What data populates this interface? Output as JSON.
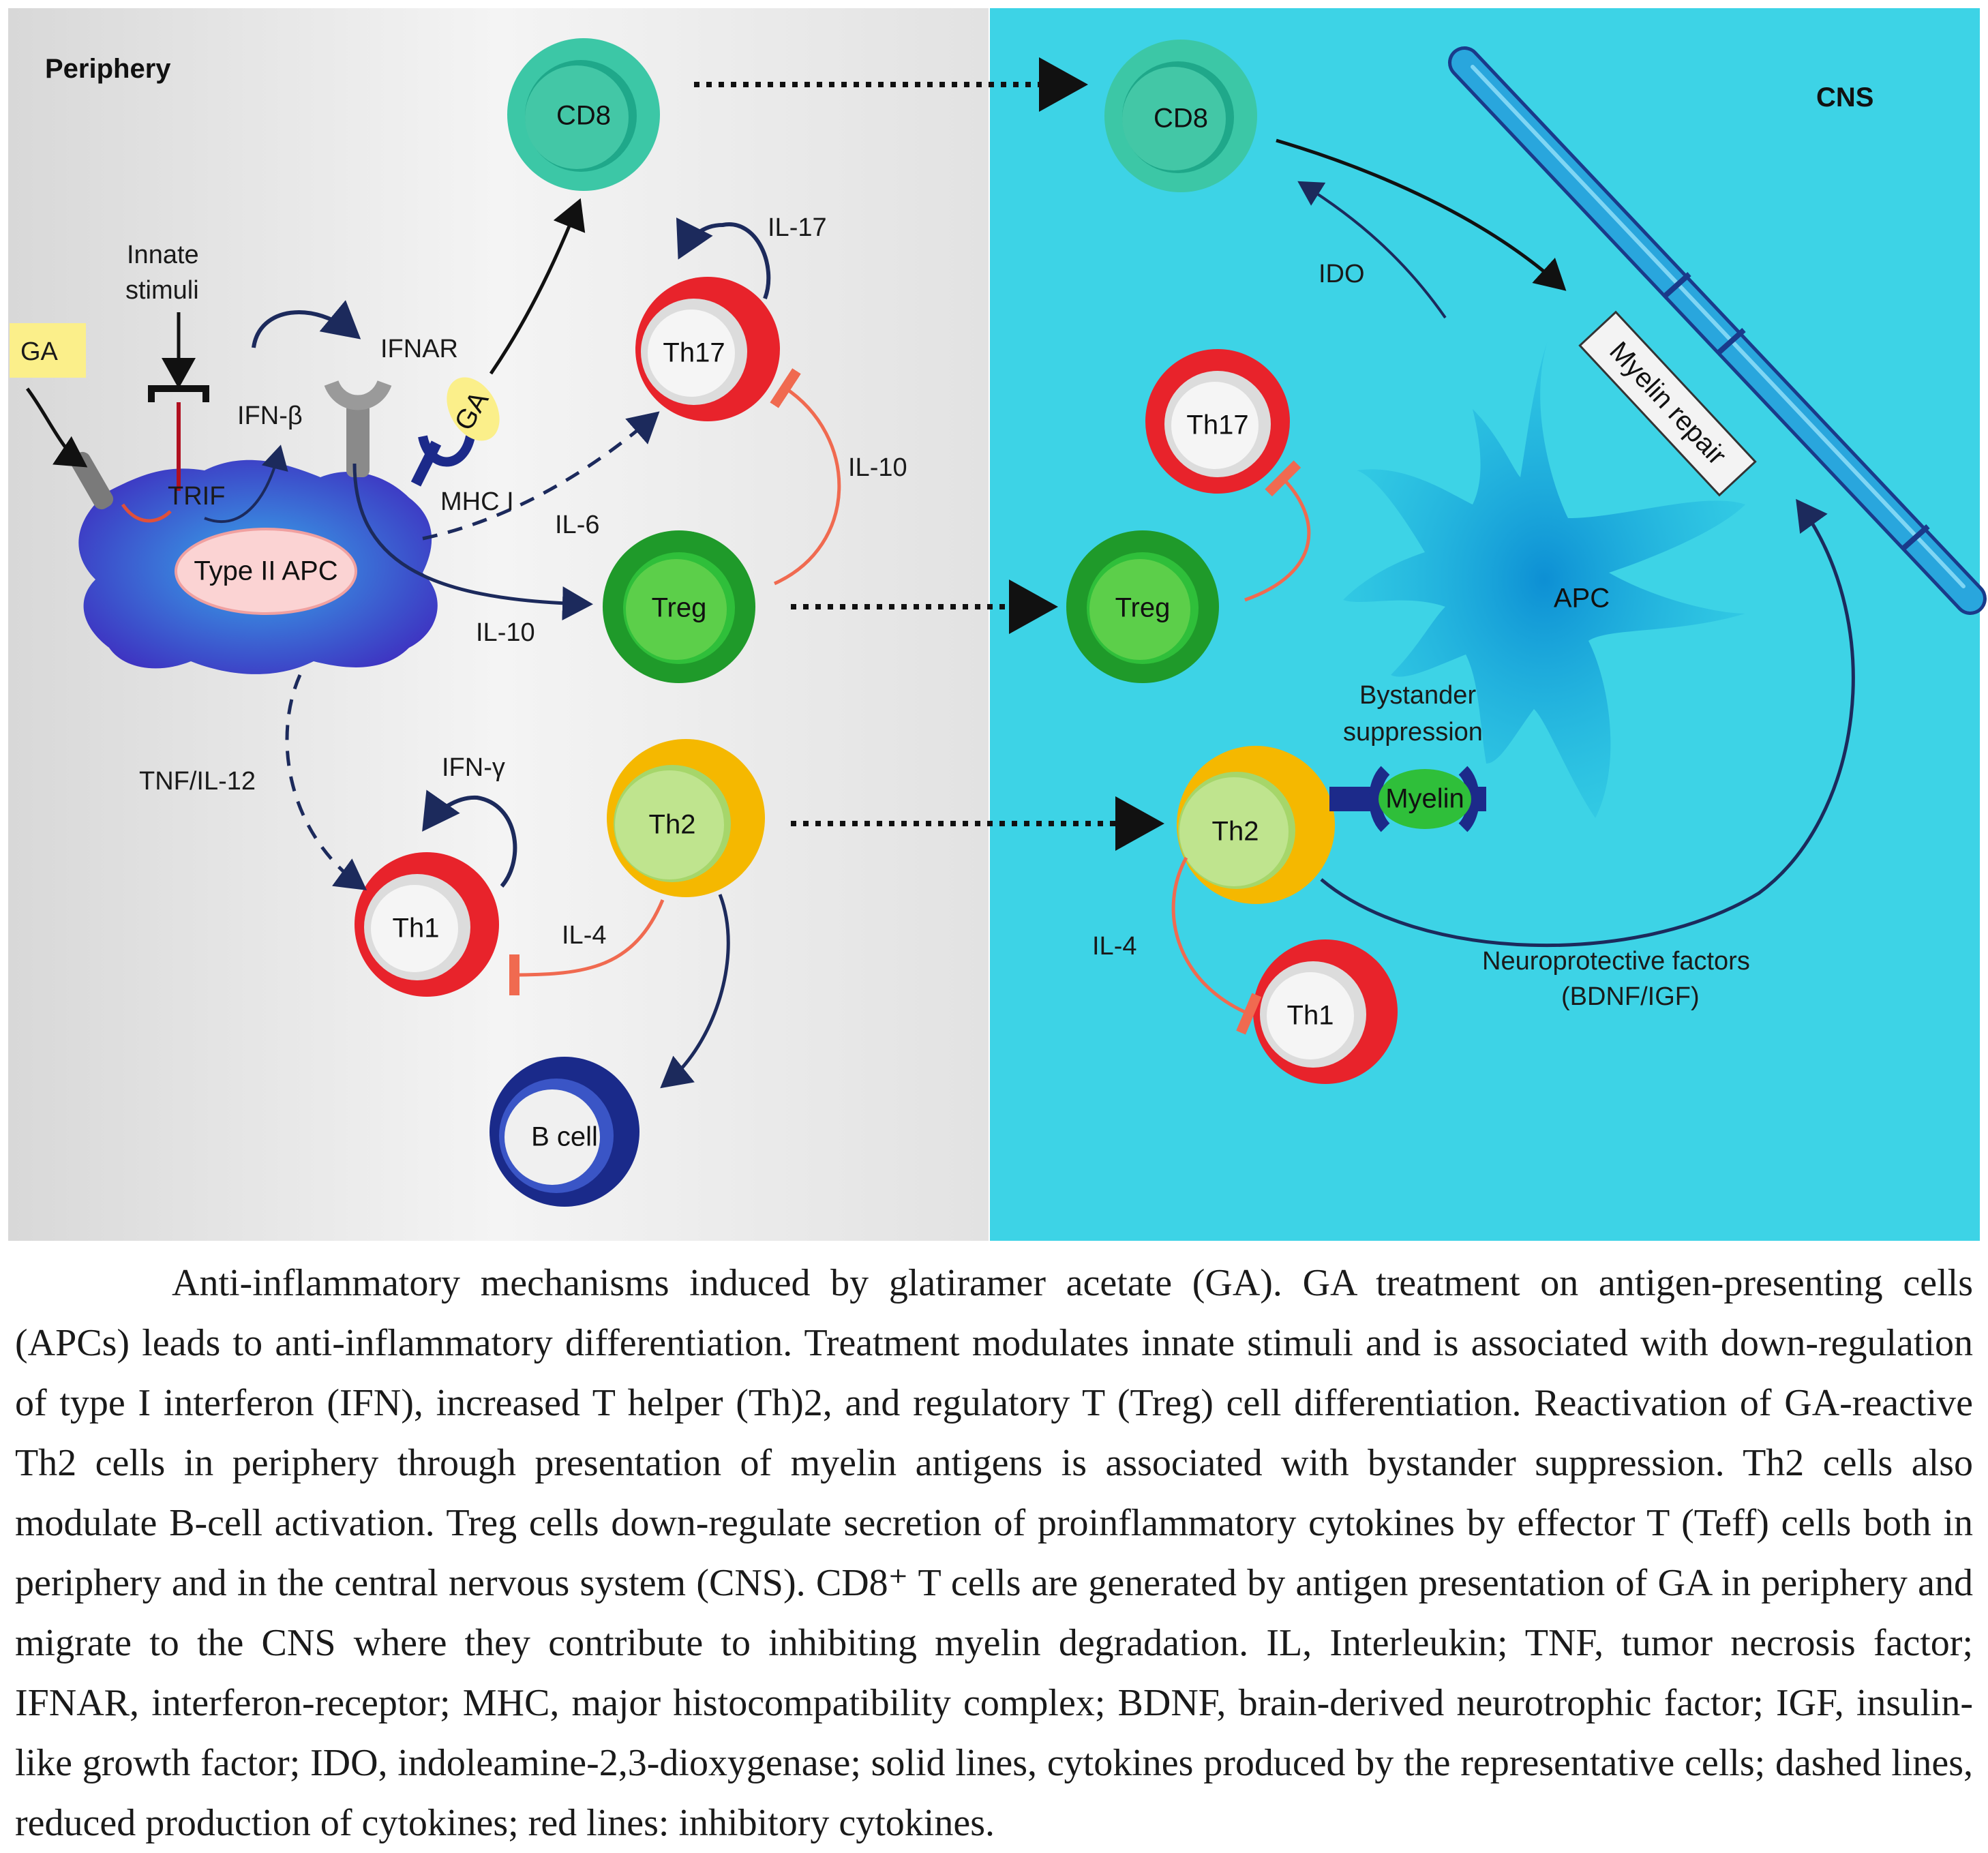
{
  "panels": {
    "periphery": "Periphery",
    "cns": "CNS"
  },
  "cells": {
    "cd8_periphery": "CD8",
    "cd8_cns": "CD8",
    "th17_periphery": "Th17",
    "th17_cns": "Th17",
    "treg_periphery": "Treg",
    "treg_cns": "Treg",
    "th2_periphery": "Th2",
    "th2_cns": "Th2",
    "th1_periphery": "Th1",
    "th1_cns": "Th1",
    "b_cell": "B cell",
    "type2_apc": "Type II APC",
    "apc_cns": "APC",
    "myelin": "Myelin",
    "ga_bound": "GA"
  },
  "labels": {
    "ga": "GA",
    "innate_stimuli_1": "Innate",
    "innate_stimuli_2": "stimuli",
    "ifnar": "IFNAR",
    "ifn_beta": "IFN-β",
    "trif": "TRIF",
    "mhc_i": "MHC I",
    "il6": "IL-6",
    "il10_apc": "IL-10",
    "il10_treg": "IL-10",
    "il17": "IL-17",
    "tnf_il12": "TNF/IL-12",
    "ifn_gamma": "IFN-γ",
    "il4_periphery": "IL-4",
    "il4_cns": "IL-4",
    "ido": "IDO",
    "myelin_repair": "Myelin repair",
    "bystander_1": "Bystander",
    "bystander_2": "suppression",
    "neuroprotective_1": "Neuroprotective factors",
    "neuroprotective_2": "(BDNF/IGF)"
  },
  "colors": {
    "periphery_bg": "#e6e6e6",
    "cns_bg": "#3dd3e6",
    "cd8": "#3cc7a6",
    "th17": "#e8232b",
    "treg": "#1f9a2a",
    "th2": "#f5b800",
    "th1": "#e8232b",
    "b_cell": "#1a2a8a",
    "apc": "#2e5fd6",
    "arrow": "#1c2a5c",
    "inhibit": "#f06a50",
    "ga_highlight": "#fbef8a"
  },
  "caption": "Anti-inflammatory mechanisms induced by glatiramer acetate (GA). GA treatment on antigen-presenting cells (APCs) leads to anti-inflammatory differentiation. Treatment modulates innate stimuli and is associated with down-regulation of type I interferon (IFN), increased T helper (Th)2, and regulatory T (Treg) cell differentiation. Reactivation of GA-reactive Th2 cells in periphery through presentation of myelin antigens is associated with bystander suppression. Th2 cells also modulate B-cell activation. Treg cells down-regulate secretion of proinflammatory cytokines by effector T (Teff) cells both in periphery and in the central nervous system (CNS). CD8⁺ T cells are generated by antigen presentation of GA in periphery and migrate to the CNS where they contribute to inhibiting myelin degradation. IL, Interleukin; TNF, tumor necrosis factor; IFNAR, interferon-receptor; MHC, major histocompatibility complex; BDNF, brain-derived neurotrophic factor; IGF, insulin-like growth factor; IDO, indoleamine-2,3-dioxygenase; solid lines, cytokines produced by the representative cells; dashed lines, reduced production of cytokines; red lines: inhibitory cytokines."
}
